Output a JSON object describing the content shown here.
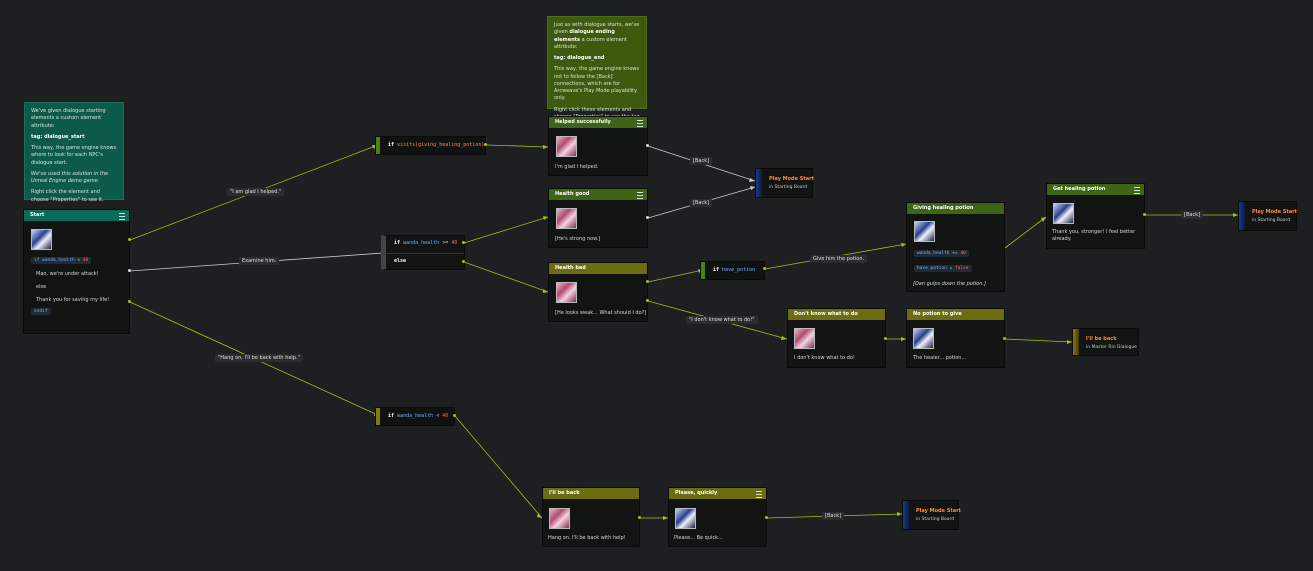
{
  "notes": {
    "start_note": {
      "line1": "We've given dialogue starting elements a custom element attribute:",
      "tag": "tag: dialogue_start",
      "line2": "This way, the game engine knows where to look for each NPC's dialogue start.",
      "line3": "We've used this solution in the Unreal Engine demo game.",
      "line4": "Right click the element and choose \"Properties\" to see it."
    },
    "end_note": {
      "line1a": "Just as with dialogue starts, we've given",
      "line1b": "dialogue ending elements",
      "line1c": "a custom element attribute:",
      "tag": "tag: dialogue_end",
      "line2": "This way, the game engine knows not to follow the [Back] connections, which are for Arcweave's Play Mode playability only.",
      "line3": "Right click these elements and choose \"Properties\" to see the tag attribute."
    }
  },
  "start": {
    "title": "Start",
    "cond_kw": "if",
    "cond_var": "wanda_health",
    "cond_op": "<",
    "cond_num": "40",
    "line1": "Mao, we're under attack!",
    "line2": "else",
    "line3": "Thank you for saving my life!",
    "line4": "endif"
  },
  "conditions": {
    "visits": {
      "kw": "if",
      "fn": "visits(giving_healing_potion)"
    },
    "health_ge": {
      "kw": "if",
      "var": "wanda_health",
      "op": ">=",
      "num": "40",
      "else": "else"
    },
    "health_lt": {
      "kw": "if",
      "var": "wanda_health",
      "op": "<",
      "num": "40"
    },
    "potion": {
      "kw": "if",
      "var": "have_potion"
    }
  },
  "elements": {
    "helped": {
      "title": "Helped successfully",
      "text": "I'm glad I helped."
    },
    "health_good": {
      "title": "Health good",
      "text": "[He's strong now.]"
    },
    "health_bad": {
      "title": "Health bad",
      "text": "[He looks weak... What should I do?]"
    },
    "giving_potion": {
      "title": "Giving healing potion",
      "c1_var": "wanda_health",
      "c1_op": "+=",
      "c1_num": "40",
      "c2_var": "have_potion",
      "c2_op": "=",
      "c2_val": "false",
      "text": "[Dan gulps down the potion.]"
    },
    "get_potion": {
      "title": "Get healing potion",
      "text1": "Thank you, stronger! I feel better",
      "text2": "already."
    },
    "dont_know": {
      "title": "Don't know what to do",
      "text": "I don't know what to do!"
    },
    "no_potion": {
      "title": "No potion to give",
      "text": "The healer... potion..."
    },
    "ill_be_back": {
      "title": "I'll be back",
      "text": "Hang on. I'll be back with help!"
    },
    "please_quickly": {
      "title": "Please, quickly",
      "text": "Please... Be quick..."
    }
  },
  "jumpers": {
    "pm1": {
      "title": "Play Mode Start",
      "target": "in Starting Board"
    },
    "pm2": {
      "title": "Play Mode Start",
      "target": "in Starting Board"
    },
    "pm3": {
      "title": "Play Mode Start",
      "target": "in Starting Board"
    },
    "back": {
      "title": "I'll be back",
      "target": "in Master Rin Dialogue"
    }
  },
  "labels": {
    "glad": "\"I am glad I helped.\"",
    "examine": "Examine him.",
    "hang_on": "\"Hang on, I'll be back with help.\"",
    "back1": "[Back]",
    "back2": "[Back]",
    "back3": "[Back]",
    "back4": "[Back]",
    "give_potion": "Give him the potion.",
    "dont_know": "\"I don't know what to do!\""
  },
  "colors": {
    "canvas": "#1d1f20",
    "wire": "#9ec21e",
    "teal_header": "#0b6b58",
    "green_header": "#3e6416",
    "olive_header": "#6d6c10"
  }
}
